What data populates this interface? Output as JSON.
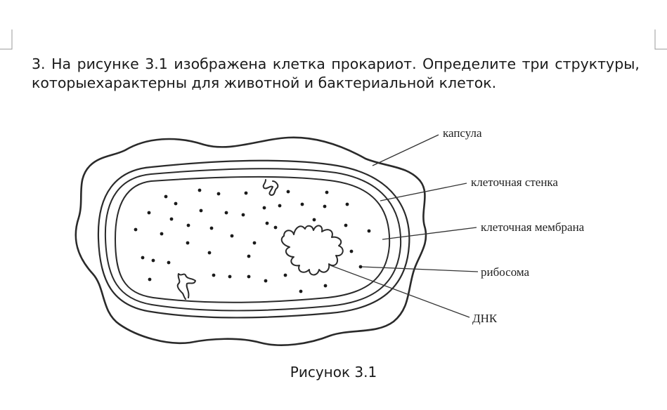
{
  "question": {
    "line1": "3. На рисунке 3.1 изображена клетка прокариот. Определите три структуры,",
    "line2": "которыехарактерны для животной и бактериальной клеток."
  },
  "figure": {
    "labels": {
      "capsule": "капсула",
      "cell_wall": "клеточная стенка",
      "cell_membrane": "клеточная мембрана",
      "ribosome": "рибосома",
      "dna": "ДНК"
    },
    "caption": "Рисунок 3.1",
    "stroke_color": "#2a2a2a"
  }
}
